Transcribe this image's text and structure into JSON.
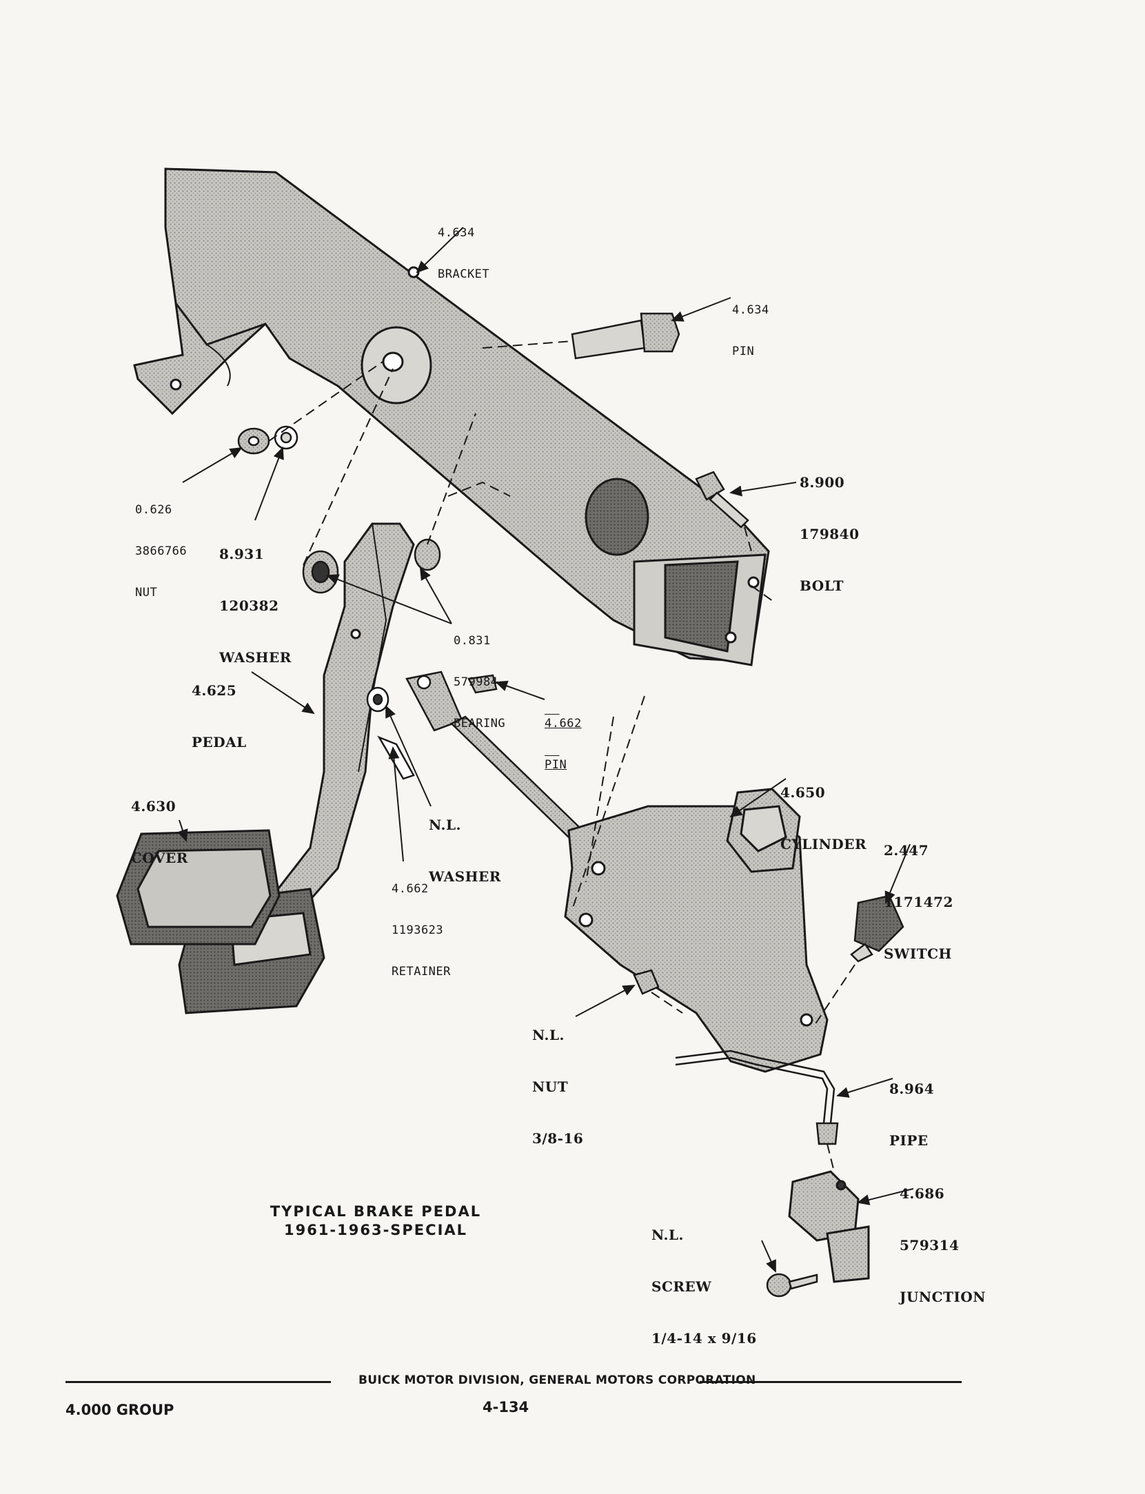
{
  "caption": {
    "line1": "TYPICAL BRAKE PEDAL",
    "line2": "1961-1963-SPECIAL"
  },
  "labels": {
    "bracket": {
      "code": "4.634",
      "name": "BRACKET"
    },
    "pin_top": {
      "code": "4.634",
      "name": "PIN"
    },
    "bolt": {
      "code": "8.900",
      "part": "179840",
      "name": "BOLT"
    },
    "nut_top": {
      "code": "0.626",
      "part": "3866766",
      "name": "NUT"
    },
    "washer_top": {
      "code": "8.931",
      "part": "120382",
      "name": "WASHER"
    },
    "bearing": {
      "code": "0.831",
      "part": "579984",
      "name": "BEARING"
    },
    "pedal": {
      "code": "4.625",
      "name": "PEDAL"
    },
    "pin_mid": {
      "code": "4.662",
      "name": "PIN"
    },
    "cover": {
      "code": "4.630",
      "name": "COVER"
    },
    "washer_nl": {
      "code": "N.L.",
      "name": "WASHER"
    },
    "retainer": {
      "code": "4.662",
      "part": "1193623",
      "name": "RETAINER"
    },
    "cylinder": {
      "code": "4.650",
      "name": "CYLINDER"
    },
    "switch": {
      "code": "2.447",
      "part": "1171472",
      "name": "SWITCH"
    },
    "nut_nl": {
      "code": "N.L.",
      "name": "NUT",
      "size": "3/8-16"
    },
    "pipe": {
      "code": "8.964",
      "name": "PIPE"
    },
    "junction": {
      "code": "4.686",
      "part": "579314",
      "name": "JUNCTION"
    },
    "screw": {
      "code": "N.L.",
      "name": "SCREW",
      "size": "1/4-14 x 9/16"
    }
  },
  "footer": {
    "publisher": "BUICK MOTOR DIVISION, GENERAL MOTORS CORPORATION",
    "group": "4.000 GROUP",
    "page": "4-134"
  }
}
